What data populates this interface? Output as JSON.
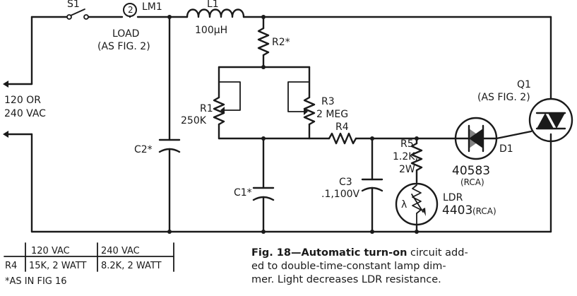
{
  "labels": {
    "s1": "S1",
    "lm1": "LM1",
    "l1": "L1",
    "l1_value": "100μH",
    "load": "LOAD",
    "load_note": "(AS FIG. 2)",
    "r2": "R2*",
    "r1": "R1",
    "r1_value": "250K",
    "r3": "R3",
    "r3_value": "2 MEG",
    "r4": "R4",
    "r5": "R5",
    "r5_value1": "1.2K,",
    "r5_value2": "2W",
    "c1": "C1*",
    "c2": "C2*",
    "c3": "C3",
    "c3_value": ".1,100V",
    "q1": "Q1",
    "q1_note": "(AS FIG. 2)",
    "d1": "D1",
    "d1_part": "40583",
    "d1_mfr": "(RCA)",
    "ldr": "LDR",
    "ldr_part": "4403",
    "ldr_mfr": "(RCA)",
    "lambda": "λ",
    "supply1": "120 OR",
    "supply2": "240 VAC",
    "lamp_inner": "2"
  },
  "table": {
    "headers": [
      "120 VAC",
      "240 VAC"
    ],
    "row_label": "R4",
    "row_values": [
      "15K, 2 WATT",
      "8.2K, 2 WATT"
    ],
    "footnote": "*AS IN FIG 16"
  },
  "caption": {
    "fig": "Fig. 18—",
    "bold": "Automatic turn-on",
    "line1_rest": " circuit add-",
    "line2": "ed to double-time-constant lamp dim-",
    "line3": "mer. Light decreases LDR resistance."
  }
}
